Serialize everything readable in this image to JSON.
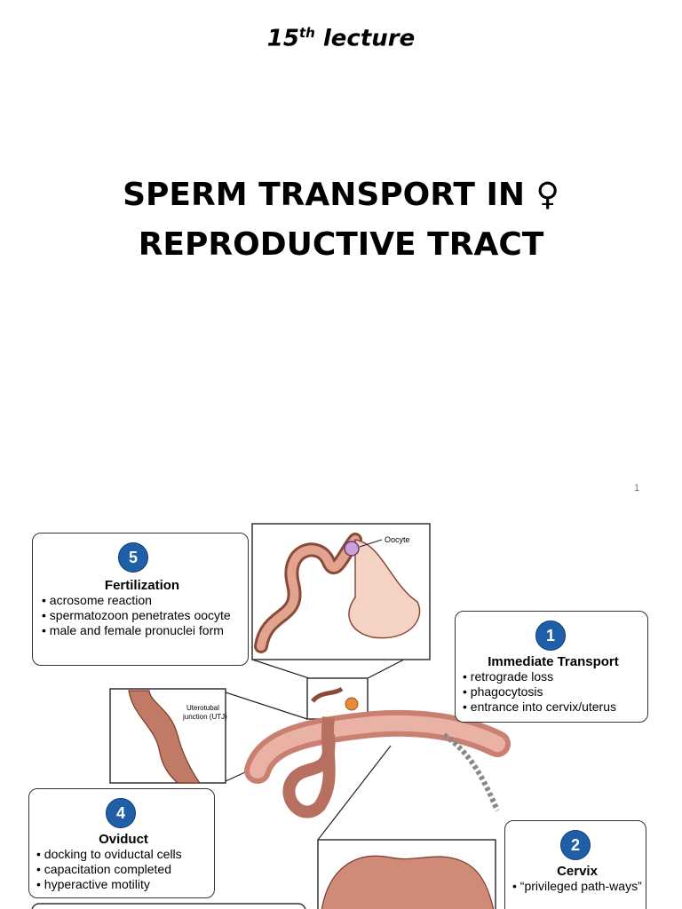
{
  "slide1": {
    "lecture_number": "15",
    "lecture_suffix": "th",
    "lecture_word": "lecture",
    "title_line1": "SPERM TRANSPORT IN ♀",
    "title_line2": "REPRODUCTIVE TRACT",
    "page_number": "1"
  },
  "diagram": {
    "oocyte_label": "Oocyte",
    "utj_label_line1": "Uterotubal",
    "utj_label_line2": "junction (UTJ)",
    "callouts": {
      "fertilization": {
        "number": "5",
        "heading": "Fertilization",
        "bullets": [
          "acrosome reaction",
          "spermatozoon penetrates oocyte",
          "male and female pronuclei form"
        ]
      },
      "immediate": {
        "number": "1",
        "heading": "Immediate Transport",
        "bullets": [
          "retrograde loss",
          "phagocytosis",
          "entrance into cervix/uterus"
        ]
      },
      "oviduct": {
        "number": "4",
        "heading": "Oviduct",
        "bullets": [
          "docking to oviductal cells",
          "capacitation completed",
          "hyperactive motility"
        ]
      },
      "cervix": {
        "number": "2",
        "heading": "Cervix",
        "bullets": [
          "“privileged path-ways”"
        ]
      }
    }
  }
}
